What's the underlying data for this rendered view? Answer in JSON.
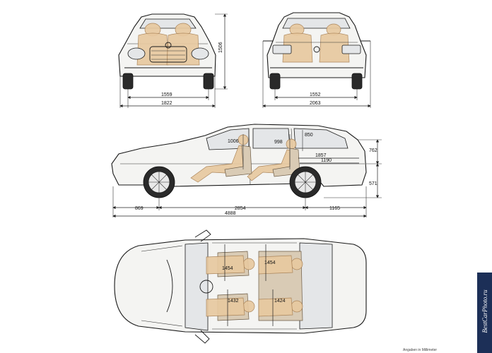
{
  "front_view": {
    "height": "1506",
    "track": "1559",
    "width": "1822"
  },
  "rear_view": {
    "track": "1552",
    "width_mirrors": "2063"
  },
  "side_view": {
    "headroom_front": "1006",
    "headroom_rear": "998",
    "rear_height": "850",
    "load_length": "1857",
    "load_length_short": "1190",
    "upper_height": "762",
    "lower_height": "571",
    "front_overhang": "869",
    "wheelbase": "2854",
    "rear_overhang": "1165",
    "length": "4888"
  },
  "top_view": {
    "shoulder_front": "1454",
    "shoulder_rear": "1454",
    "elbow_front": "1432",
    "elbow_rear": "1424"
  },
  "watermark": "BestCarPhoto.ru",
  "footer_note": "Angaben in Millimeter",
  "colors": {
    "occupant": "#e8c9a0",
    "watermark_bg": "#1c2f57"
  }
}
